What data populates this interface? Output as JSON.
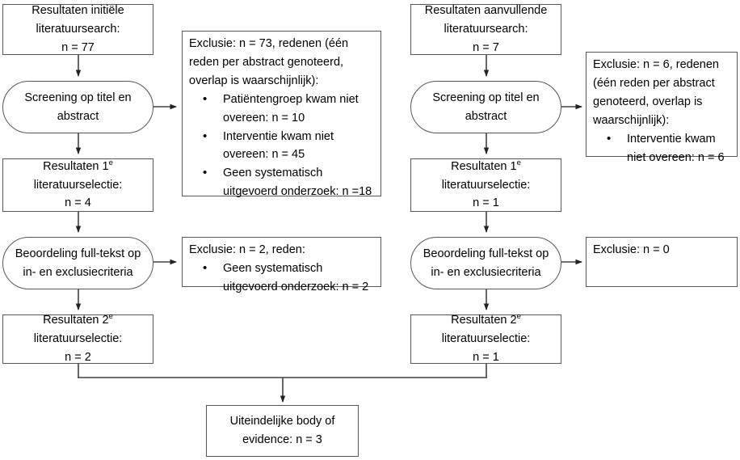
{
  "diagram": {
    "title": "PRISMA-stijl literatuurselectie stroomschema",
    "language": "nl",
    "line_color": "#404040",
    "box_border_color": "#575757",
    "background": "#ffffff"
  },
  "left_branch": {
    "initial_results": {
      "line1": "Resultaten initiële",
      "line2": "literatuursearch:",
      "line3": "n = 77"
    },
    "screening": {
      "line1": "Screening op titel en",
      "line2": "abstract"
    },
    "exclusion_screening": {
      "lead": "Exclusie: n = 73, redenen (één reden per abstract genoteerd, overlap is waarschijnlijk):",
      "reasons": [
        "Patiëntengroep kwam niet overeen: n = 10",
        "Interventie kwam niet overeen: n = 45",
        "Geen systematisch uitgevoerd onderzoek: n =18"
      ]
    },
    "first_selection": {
      "line1_prefix": "Resultaten 1",
      "line1_sup": "e",
      "line2": "literatuurselectie:",
      "line3": "n = 4"
    },
    "fulltext": {
      "line1": "Beoordeling full-tekst op",
      "line2": "in- en exclusiecriteria"
    },
    "exclusion_fulltext": {
      "lead": "Exclusie: n = 2, reden:",
      "reasons": [
        "Geen systematisch uitgevoerd onderzoek: n = 2"
      ]
    },
    "second_selection": {
      "line1_prefix": "Resultaten 2",
      "line1_sup": "e",
      "line2": "literatuurselectie:",
      "line3": "n = 2"
    }
  },
  "right_branch": {
    "initial_results": {
      "line1": "Resultaten aanvullende",
      "line2": "literatuursearch:",
      "line3": "n = 7"
    },
    "screening": {
      "line1": "Screening op titel en",
      "line2": "abstract"
    },
    "exclusion_screening": {
      "lead": "Exclusie: n = 6, redenen (één reden per abstract genoteerd, overlap is waarschijnlijk):",
      "reasons": [
        "Interventie kwam niet overeen: n = 6"
      ]
    },
    "first_selection": {
      "line1_prefix": "Resultaten 1",
      "line1_sup": "e",
      "line2": "literatuurselectie:",
      "line3": "n = 1"
    },
    "fulltext": {
      "line1": "Beoordeling full-tekst op",
      "line2": "in- en exclusiecriteria"
    },
    "exclusion_fulltext": {
      "lead": "Exclusie: n = 0",
      "reasons": []
    },
    "second_selection": {
      "line1_prefix": "Resultaten 2",
      "line1_sup": "e",
      "line2": "literatuurselectie:",
      "line3": "n = 1"
    }
  },
  "final": {
    "line1": "Uiteindelijke body of",
    "line2": "evidence: n = 3"
  },
  "bullet_glyph": "•"
}
